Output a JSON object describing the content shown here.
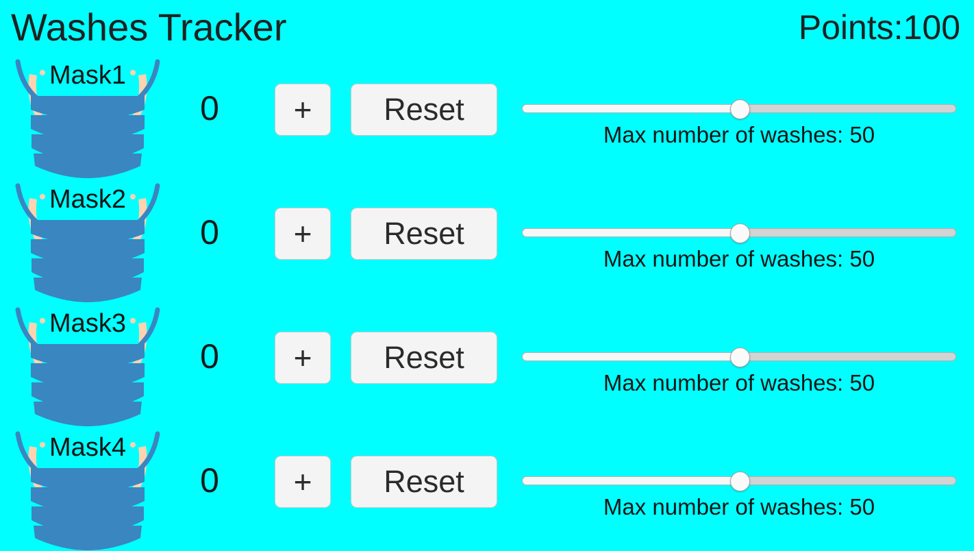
{
  "header": {
    "title": "Washes Tracker",
    "points_label": "Points:100"
  },
  "colors": {
    "background": "#00ffff",
    "mask_body": "#3a86c0",
    "mask_outline": "#3a86c0",
    "ear_strap": "#ffd2b0",
    "text": "#212121",
    "button_face": "#f4f4f4",
    "slider_track": "#d3d3d3",
    "slider_fill": "#f7f7f7"
  },
  "row_common": {
    "increment_label": "+",
    "reset_label": "Reset",
    "slider_caption_prefix": "Max number of washes:",
    "slider_min": 0,
    "slider_max": 100,
    "mask_icon": "face-mask-icon"
  },
  "rows": [
    {
      "mask_label": "Mask1",
      "wash_count": "0",
      "increment_label": "+",
      "reset_label": "Reset",
      "max_washes": "50",
      "slider_caption": "Max number of washes: 50",
      "slider_percent": 50
    },
    {
      "mask_label": "Mask2",
      "wash_count": "0",
      "increment_label": "+",
      "reset_label": "Reset",
      "max_washes": "50",
      "slider_caption": "Max number of washes: 50",
      "slider_percent": 50
    },
    {
      "mask_label": "Mask3",
      "wash_count": "0",
      "increment_label": "+",
      "reset_label": "Reset",
      "max_washes": "50",
      "slider_caption": "Max number of washes: 50",
      "slider_percent": 50
    },
    {
      "mask_label": "Mask4",
      "wash_count": "0",
      "increment_label": "+",
      "reset_label": "Reset",
      "max_washes": "50",
      "slider_caption": "Max number of washes: 50",
      "slider_percent": 50
    }
  ]
}
